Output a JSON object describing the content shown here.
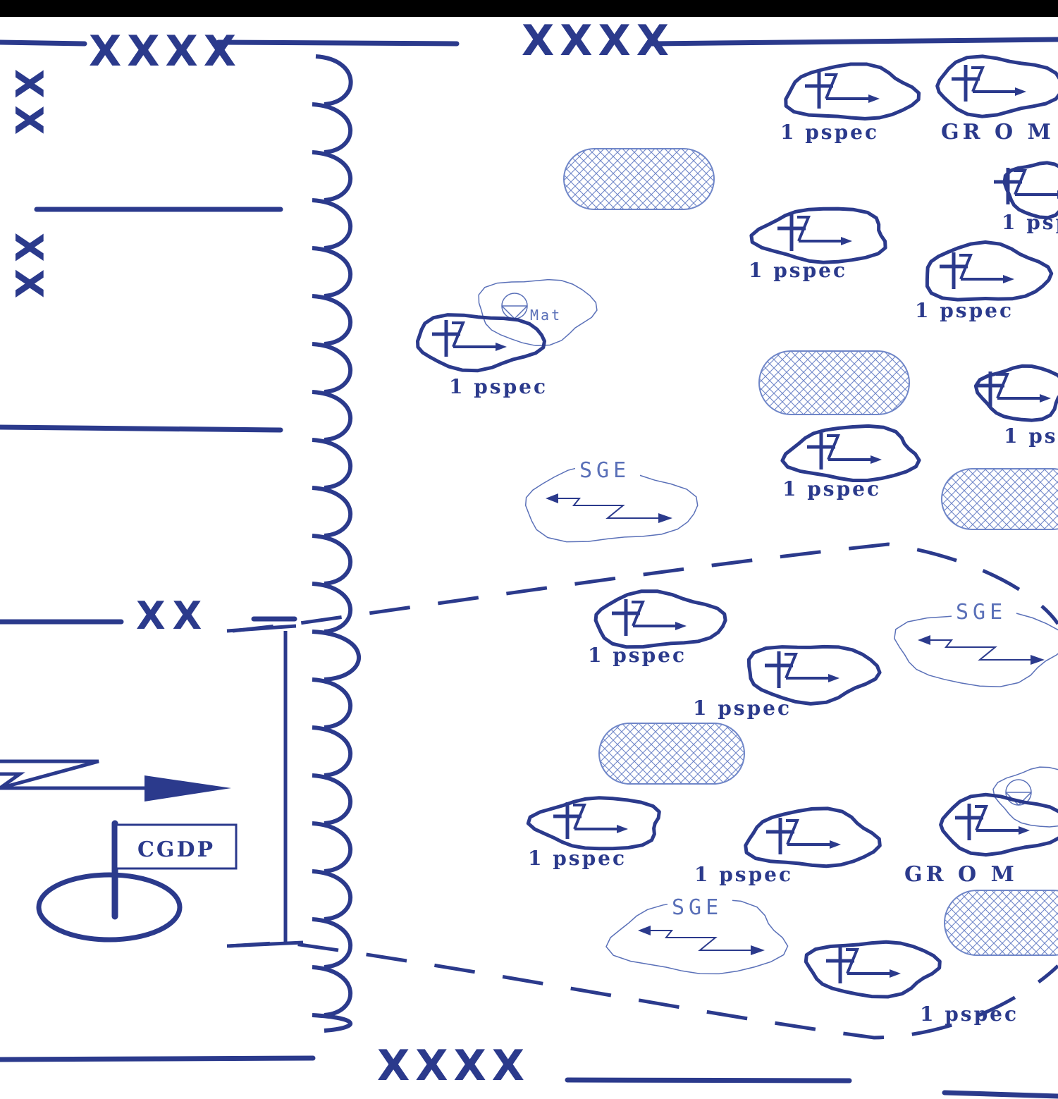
{
  "colors": {
    "primary": "#2b3a8c",
    "light": "#5a70b8",
    "hatch": "#6f86c8",
    "top_border": "#000000",
    "background": "#ffffff"
  },
  "labels": {
    "boundary_top_left": "XXXX",
    "boundary_top_right": "XXXX",
    "boundary_bottom": "XXXX",
    "boundary_left_edge": "XX",
    "boundary_mid": "XX",
    "command_post": "CGDP",
    "unit": "1 pspec",
    "grom": "GR O M",
    "sge": "SGE",
    "mat": "Mat"
  },
  "symbols": {
    "icon_names": [
      "special-forces-unit-icon",
      "sge-group-icon",
      "obstacle-area-icon",
      "command-post-flag-icon",
      "mat-supply-icon",
      "fortified-line-icon",
      "airborne-arrow-icon"
    ]
  }
}
